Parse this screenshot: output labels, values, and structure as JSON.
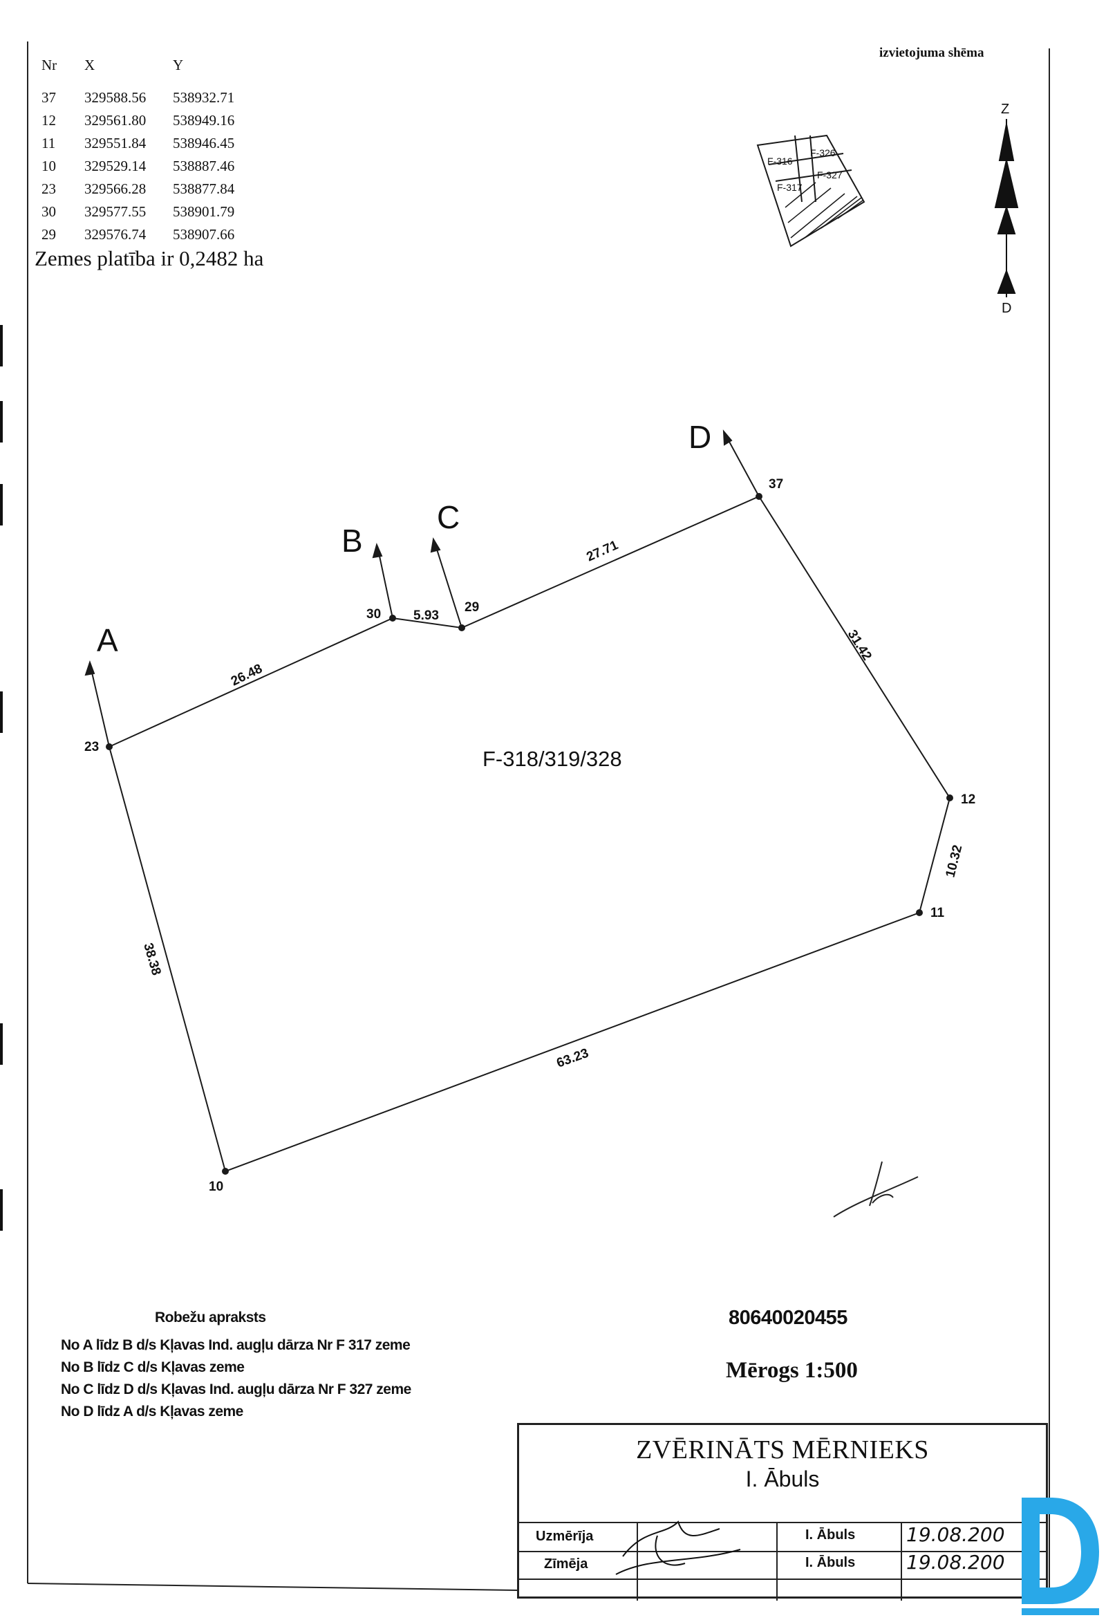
{
  "coordinates": {
    "headers": [
      "Nr",
      "X",
      "Y"
    ],
    "rows": [
      {
        "nr": "37",
        "x": "329588.56",
        "y": "538932.71"
      },
      {
        "nr": "12",
        "x": "329561.80",
        "y": "538949.16"
      },
      {
        "nr": "11",
        "x": "329551.84",
        "y": "538946.45"
      },
      {
        "nr": "10",
        "x": "329529.14",
        "y": "538887.46"
      },
      {
        "nr": "23",
        "x": "329566.28",
        "y": "538877.84"
      },
      {
        "nr": "30",
        "x": "329577.55",
        "y": "538901.79"
      },
      {
        "nr": "29",
        "x": "329576.74",
        "y": "538907.66"
      }
    ]
  },
  "area_text": "Zemes platība ir 0,2482 ha",
  "layout_title": "izvietojuma shēma",
  "minimap": {
    "labels": [
      "F-316",
      "F-326",
      "F-317",
      "F-327"
    ]
  },
  "compass": {
    "north": "Z",
    "south": "D"
  },
  "plot": {
    "label": "F-318/319/328",
    "points": [
      "37",
      "12",
      "11",
      "10",
      "23",
      "30",
      "29"
    ],
    "directions": [
      "A",
      "B",
      "C",
      "D"
    ],
    "edges": [
      "27.71",
      "31.42",
      "10.32",
      "63.23",
      "38.38",
      "26.48",
      "5.93"
    ]
  },
  "boundary_description": {
    "title": "Robežu apraksts",
    "lines": [
      "No A līdz B d/s Kļavas Ind. augļu dārza Nr F 317 zeme",
      "No B līdz C d/s Kļavas zeme",
      "No C līdz D d/s Kļavas Ind. augļu dārza Nr F 327 zeme",
      "No D līdz A d/s Kļavas zeme"
    ]
  },
  "cadastre_number": "80640020455",
  "scale": "Mērogs 1:500",
  "stamp": {
    "title": "ZVĒRINĀTS MĒRNIEKS",
    "name": "I. Ābuls",
    "rows": [
      {
        "role": "Uzmērīja",
        "person": "I. Ābuls",
        "date": "19.08.200"
      },
      {
        "role": "Zīmēja",
        "person": "I. Ābuls",
        "date": "19.08.200"
      }
    ]
  },
  "colors": {
    "line": "#1a1a1a",
    "logo": "#29a8e8"
  }
}
